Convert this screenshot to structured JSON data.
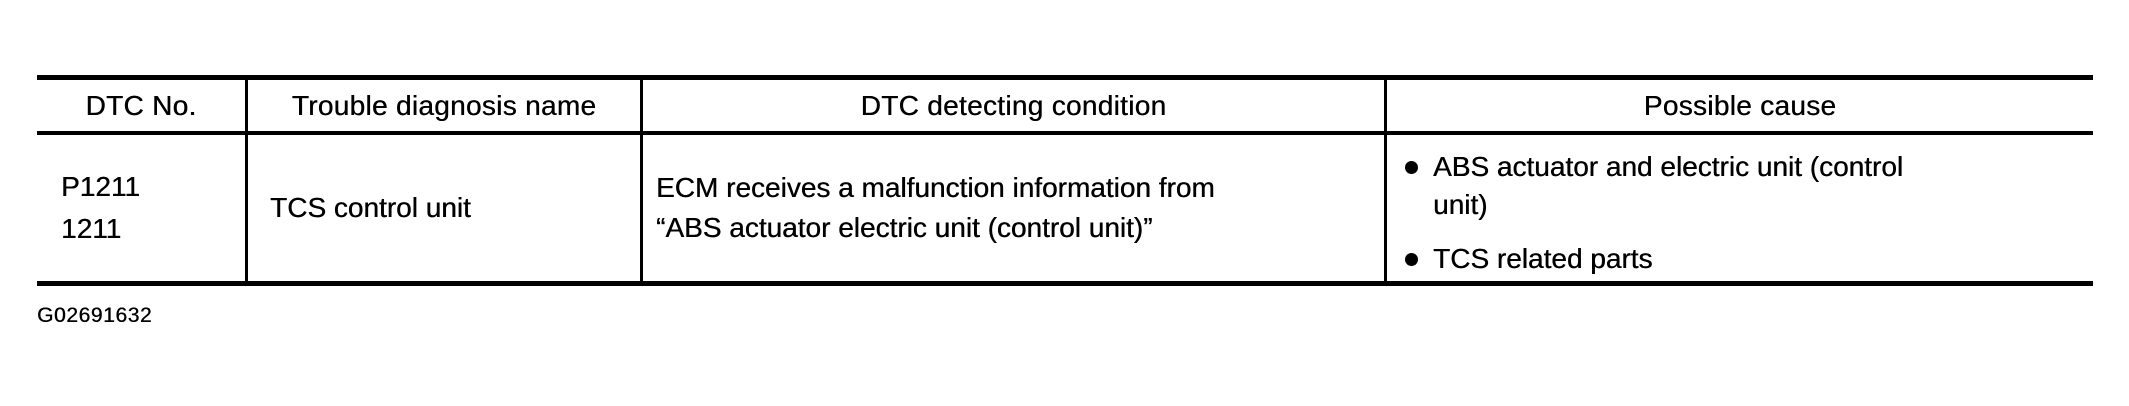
{
  "figure_id": "G02691632",
  "table": {
    "columns": [
      {
        "label": "DTC No."
      },
      {
        "label": "Trouble diagnosis name"
      },
      {
        "label": "DTC detecting condition"
      },
      {
        "label": "Possible cause"
      }
    ],
    "rows": [
      {
        "dtc_codes": [
          "P1211",
          "1211"
        ],
        "trouble_diagnosis_name": "TCS control unit",
        "dtc_detecting_condition": "ECM receives a malfunction information from “ABS actuator electric unit (control unit)”",
        "possible_causes": [
          "ABS actuator and electric unit (control unit)",
          "TCS related parts"
        ]
      }
    ]
  }
}
